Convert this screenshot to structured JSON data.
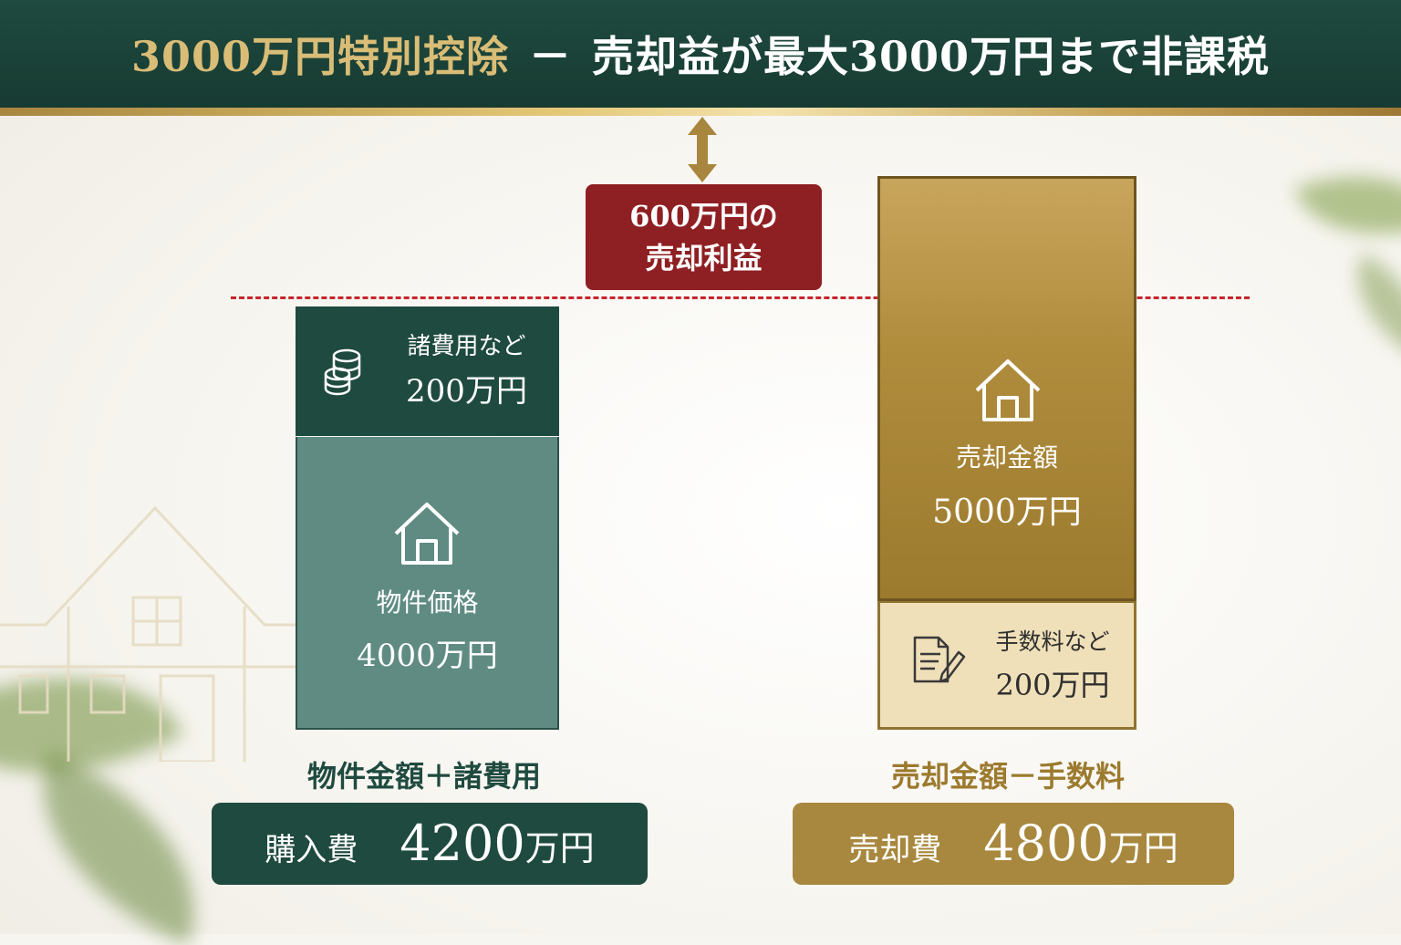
{
  "header": {
    "title_highlight": "3000万円特別控除",
    "title_dash": "－",
    "title_rest": "売却益が最大3000万円まで非課税"
  },
  "profit": {
    "line1": "600万円の",
    "line2": "売却利益"
  },
  "purchase": {
    "fees_label": "諸費用など",
    "fees_value": "200万円",
    "price_label": "物件価格",
    "price_value": "4000万円",
    "formula": "物件金額＋諸費用",
    "total_label": "購入費",
    "total_value": "4200",
    "total_unit": "万円"
  },
  "sale": {
    "amount_label": "売却金額",
    "amount_value": "5000万円",
    "commission_label": "手数料など",
    "commission_value": "200万円",
    "formula": "売却金額－手数料",
    "total_label": "売却費",
    "total_value": "4800",
    "total_unit": "万円"
  },
  "icons": [
    "coins-icon",
    "house-icon",
    "document-pen-icon",
    "double-arrow-icon"
  ],
  "colors": {
    "dark_green": "#1f4a3f",
    "teal": "#5f8b83",
    "gold": "#b08d3d",
    "red": "#8e1f22"
  }
}
